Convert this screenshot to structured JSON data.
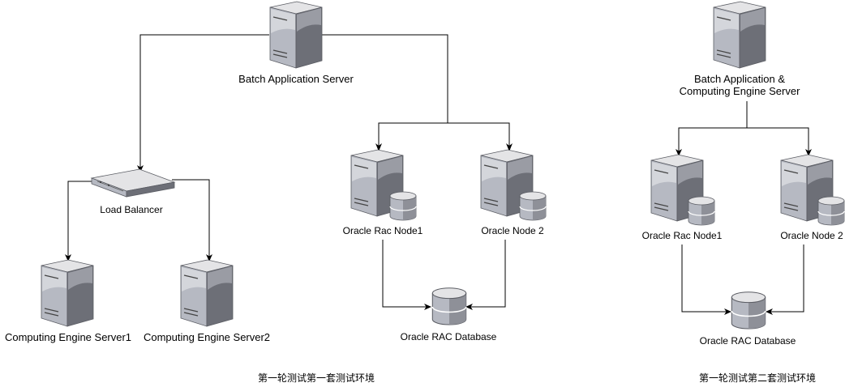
{
  "setup1": {
    "batch_server": "Batch Application Server",
    "load_balancer": "Load Balancer",
    "compute1": "Computing Engine Server1",
    "compute2": "Computing Engine Server2",
    "rac_node1": "Oracle Rac Node1",
    "rac_node2": "Oracle Node 2",
    "rac_db": "Oracle RAC Database",
    "caption": "第一轮测试第一套测试环境"
  },
  "setup2": {
    "batch_server_line1": "Batch Application &",
    "batch_server_line2": "Computing Engine Server",
    "rac_node1": "Oracle Rac Node1",
    "rac_node2": "Oracle Node 2",
    "rac_db": "Oracle RAC Database",
    "caption": "第一轮测试第二套测试环境"
  },
  "colors": {
    "server_front": "#b4b8c1",
    "server_side": "#6e7078",
    "server_top": "#e6e6e6",
    "edge": "#000000"
  }
}
